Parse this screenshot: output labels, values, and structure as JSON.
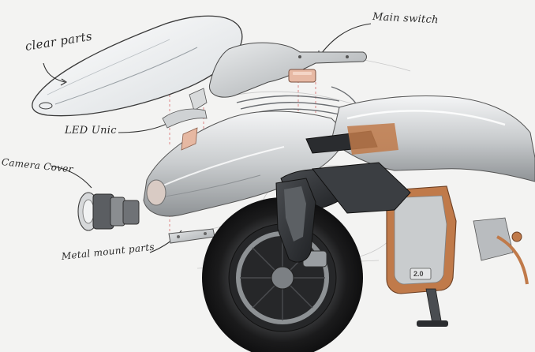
{
  "labels": {
    "clear_parts": "clear parts",
    "main_switch": "Main switch",
    "led_unit": "LED Unic",
    "camera_cover": "Camera Cover",
    "metal_mount_parts": "Metal mount parts",
    "version_badge": "2.0"
  },
  "colors": {
    "background": "#f3f3f2",
    "sketch_line": "#3a3a3a",
    "aluminum": "#cfd2d4",
    "dark_metal": "#2b2d30",
    "copper": "#c07a4a",
    "tire": "#1d1d1f"
  }
}
